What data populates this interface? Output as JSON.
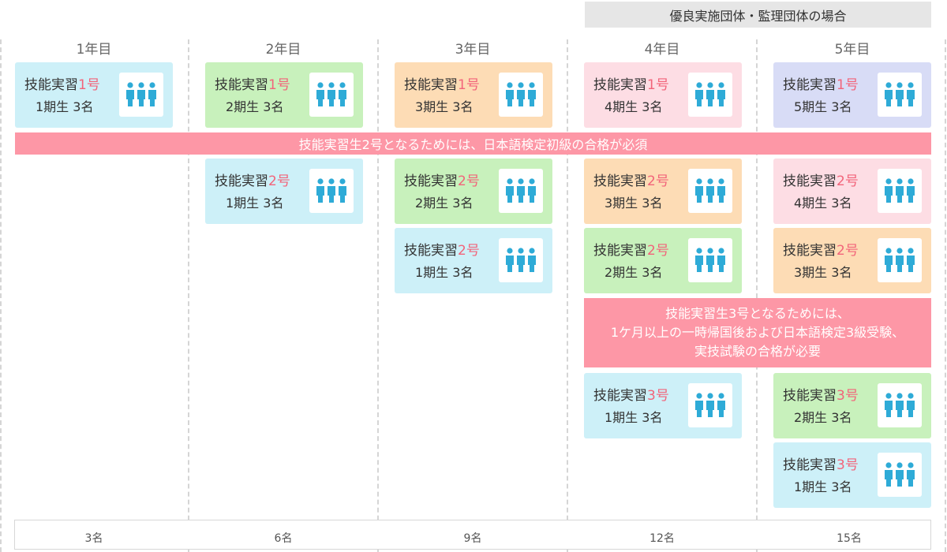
{
  "badge": "優良実施団体・監理団体の場合",
  "years": [
    "1年目",
    "2年目",
    "3年目",
    "4年目",
    "5年目"
  ],
  "banner1": "技能実習生2号となるためには、日本語検定初級の合格が必須",
  "banner2": {
    "line1": "技能実習生3号となるためには、",
    "line2": "1ケ月以上の一時帰国後および日本語検定3級受験、",
    "line3": "実技試験の合格が必要"
  },
  "title_prefix": "技能実習",
  "cards": {
    "y1_r1": {
      "num": "1号",
      "sub": "1期生 3名",
      "color": "blue"
    },
    "y2_r1": {
      "num": "1号",
      "sub": "2期生 3名",
      "color": "green"
    },
    "y3_r1": {
      "num": "1号",
      "sub": "3期生 3名",
      "color": "orange"
    },
    "y4_r1": {
      "num": "1号",
      "sub": "4期生 3名",
      "color": "pink"
    },
    "y5_r1": {
      "num": "1号",
      "sub": "5期生 3名",
      "color": "purple"
    },
    "y2_r2": {
      "num": "2号",
      "sub": "1期生 3名",
      "color": "blue"
    },
    "y3_r2": {
      "num": "2号",
      "sub": "2期生 3名",
      "color": "green"
    },
    "y3_r3": {
      "num": "2号",
      "sub": "1期生 3名",
      "color": "blue"
    },
    "y4_r2": {
      "num": "2号",
      "sub": "3期生 3名",
      "color": "orange"
    },
    "y4_r3": {
      "num": "2号",
      "sub": "2期生 3名",
      "color": "green"
    },
    "y4_r4": {
      "num": "3号",
      "sub": "1期生 3名",
      "color": "blue"
    },
    "y5_r2": {
      "num": "2号",
      "sub": "4期生 3名",
      "color": "pink"
    },
    "y5_r3": {
      "num": "2号",
      "sub": "3期生 3名",
      "color": "orange"
    },
    "y5_r4": {
      "num": "3号",
      "sub": "2期生 3名",
      "color": "green"
    },
    "y5_r5": {
      "num": "3号",
      "sub": "1期生 3名",
      "color": "blue"
    }
  },
  "totals": [
    "3名",
    "6名",
    "9名",
    "12名",
    "15名"
  ],
  "colors": {
    "accent_number": "#f2647a",
    "banner": "#fd97a6",
    "people_icon": "#2eabd7",
    "blue": "#cdf0f8",
    "green": "#c8f1bc",
    "orange": "#fddcb5",
    "pink": "#fddde4",
    "purple": "#d8dcf6"
  },
  "icon": "three-people-icon"
}
